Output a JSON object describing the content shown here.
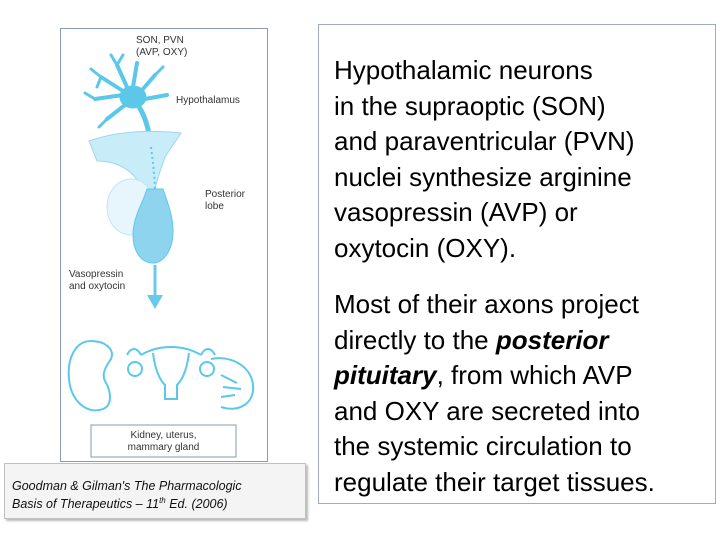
{
  "figure": {
    "label_son": "SON, PVN\n(AVP, OXY)",
    "label_hypothalamus": "Hypothalamus",
    "label_posterior": "Posterior\nlobe",
    "label_vasopressin": "Vasopressin\nand oxytocin",
    "label_kidney": "Kidney, uterus,\nmammary gland"
  },
  "citation": {
    "line1": "Goodman & Gilman's The Pharmacologic",
    "line2_a": "Basis of Therapeutics – 11",
    "line2_sup": "th",
    "line2_b": " Ed. (2006)"
  },
  "paragraph1": [
    "Hypothalamic neurons",
    "in the supraoptic (SON)",
    "and paraventricular (PVN)",
    "nuclei synthesize arginine",
    "vasopressin (AVP) or",
    "oxytocin (OXY)."
  ],
  "paragraph2": {
    "line1": "Most of their axons project",
    "line2_a": "directly to the ",
    "line2_em": "posterior",
    "line3_em": "pituitary",
    "line3_b": ", from which AVP",
    "line4": "and OXY are secreted into",
    "line5": "the systemic circulation to",
    "line6": "regulate their target tissues."
  },
  "colors": {
    "neuron": "#5bc8ea",
    "pituitary": "#8fd4ef",
    "stalk": "#c8ecf8",
    "arrow": "#6ac8ea",
    "border": "#8a9ab0"
  }
}
